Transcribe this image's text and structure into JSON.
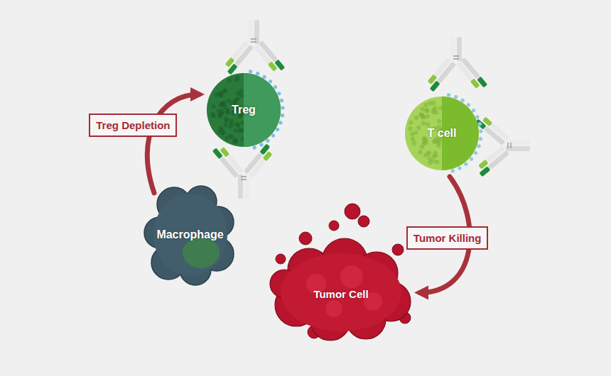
{
  "diagram": {
    "nodes": [
      {
        "text": [
          "Treg"
        ]
      },
      {
        "text": [
          "T cell"
        ]
      },
      {
        "text": [
          "Macrophage"
        ]
      },
      {
        "text": [
          "Tumor Cell"
        ]
      }
    ],
    "edges": [
      {
        "from": 2,
        "to": 0,
        "arrow": "to",
        "label": "Treg Depletion"
      },
      {
        "from": 1,
        "to": 3,
        "arrow": "to",
        "label": "Tumor Killing"
      }
    ]
  }
}
